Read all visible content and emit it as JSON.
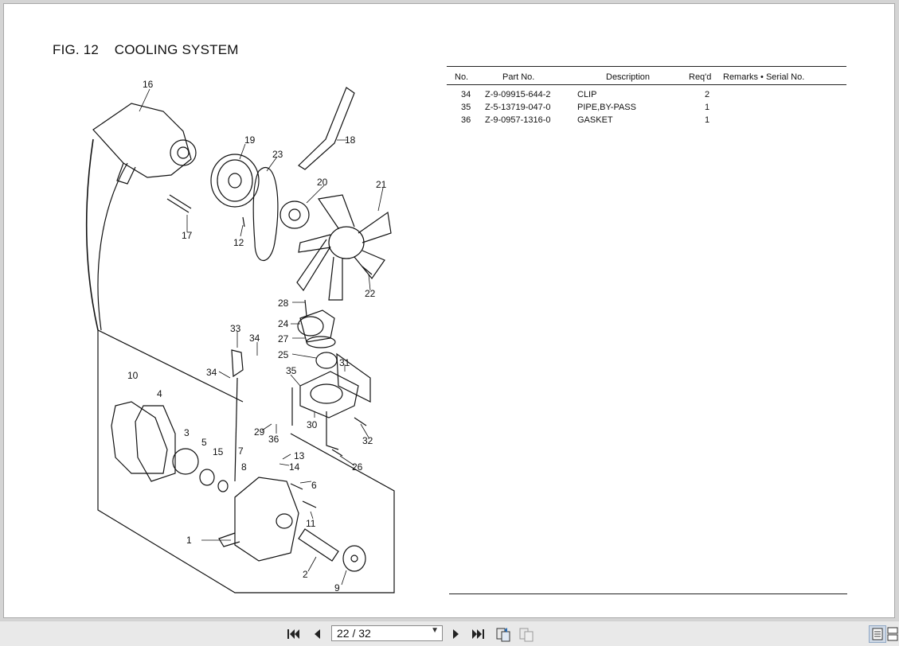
{
  "document": {
    "figure_title": "FIG. 12    COOLING SYSTEM"
  },
  "parts_table": {
    "headers": {
      "no": "No.",
      "part_no": "Part  No.",
      "description": "Description",
      "reqd": "Req'd",
      "remarks": "Remarks • Serial  No."
    },
    "rows": [
      {
        "no": "34",
        "part_no": "Z-9-09915-644-2",
        "description": "CLIP",
        "reqd": "2"
      },
      {
        "no": "35",
        "part_no": "Z-5-13719-047-0",
        "description": "PIPE,BY-PASS",
        "reqd": "1"
      },
      {
        "no": "36",
        "part_no": "Z-9-0957-1316-0",
        "description": "GASKET",
        "reqd": "1"
      }
    ]
  },
  "diagram": {
    "callouts": [
      "16",
      "19",
      "23",
      "18",
      "20",
      "21",
      "17",
      "12",
      "22",
      "28",
      "24",
      "27",
      "25",
      "31",
      "33",
      "34",
      "35",
      "10",
      "34",
      "4",
      "3",
      "5",
      "15",
      "29",
      "36",
      "30",
      "32",
      "7",
      "8",
      "13",
      "14",
      "6",
      "26",
      "11",
      "1",
      "2",
      "9"
    ]
  },
  "toolbar": {
    "page_indicator": "22 / 32",
    "icons": {
      "first": "first-page-icon",
      "prev": "previous-page-icon",
      "next": "next-page-icon",
      "last": "last-page-icon",
      "go_back": "previous-view-icon",
      "go_forward": "next-view-icon",
      "single_page": "single-page-view-icon",
      "continuous": "continuous-view-icon"
    }
  }
}
